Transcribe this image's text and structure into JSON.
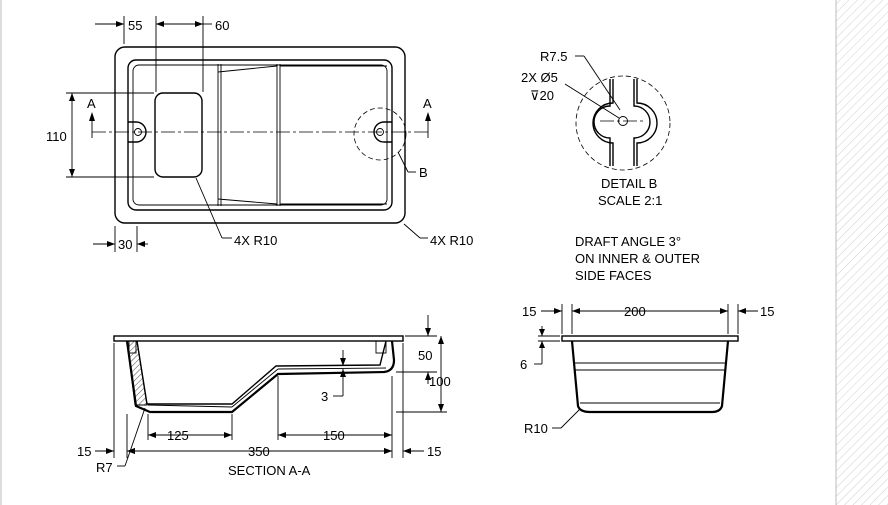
{
  "top_view": {
    "dim_55": "55",
    "dim_60": "60",
    "dim_110": "110",
    "dim_30": "30",
    "section_a_left": "A",
    "section_a_right": "A",
    "label_b": "B",
    "radius_inner": "4X R10",
    "radius_outer": "4X R10"
  },
  "detail_b": {
    "radius": "R7.5",
    "hole_spec": "2X Ø5",
    "hole_depth": "⊽20",
    "title": "DETAIL B",
    "scale": "SCALE 2:1"
  },
  "note": {
    "line1": "DRAFT ANGLE 3°",
    "line2": "ON INNER & OUTER",
    "line3": "SIDE FACES"
  },
  "section_aa": {
    "dim_15_left": "15",
    "dim_125": "125",
    "dim_350": "350",
    "dim_150": "150",
    "dim_15_right": "15",
    "dim_50": "50",
    "dim_100": "100",
    "dim_3": "3",
    "radius_r7": "R7",
    "title": "SECTION A-A"
  },
  "side_view": {
    "dim_15_left": "15",
    "dim_200": "200",
    "dim_15_right": "15",
    "dim_6": "6",
    "radius_r10": "R10"
  }
}
